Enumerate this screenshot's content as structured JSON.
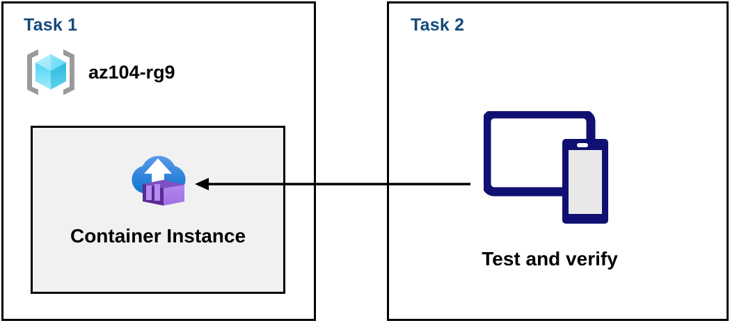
{
  "diagram": {
    "panels": [
      {
        "id": "task1",
        "title": "Task 1",
        "resource_group": {
          "label": "az104-rg9",
          "icon": "resource-group-icon"
        },
        "resource": {
          "label": "Container Instance",
          "icon": "container-instance-icon"
        }
      },
      {
        "id": "task2",
        "title": "Task 2",
        "devices": {
          "label": "Test and verify",
          "icon": "tablet-and-phone-icon"
        }
      }
    ],
    "arrow": {
      "name": "flow-arrow",
      "direction": "right-to-left",
      "from": "Test and verify",
      "to": "Container Instance"
    },
    "colors": {
      "panel_border": "#000000",
      "title_blue": "#154a7c",
      "card_fill": "#f1f1f1",
      "device_navy": "#101073",
      "device_screen": "#e8e8e8",
      "rg_bracket_gray": "#949494",
      "rg_cube_light": "#9ee8fb",
      "rg_cube_mid": "#45d7f7",
      "rg_cube_dark": "#2fb6d9",
      "cloud_blue_top": "#4d94e8",
      "cloud_blue_bottom": "#0f77cf",
      "container_purple_light": "#ab7ceb",
      "container_purple_dark": "#5a2a92",
      "text_black": "#000000"
    }
  }
}
